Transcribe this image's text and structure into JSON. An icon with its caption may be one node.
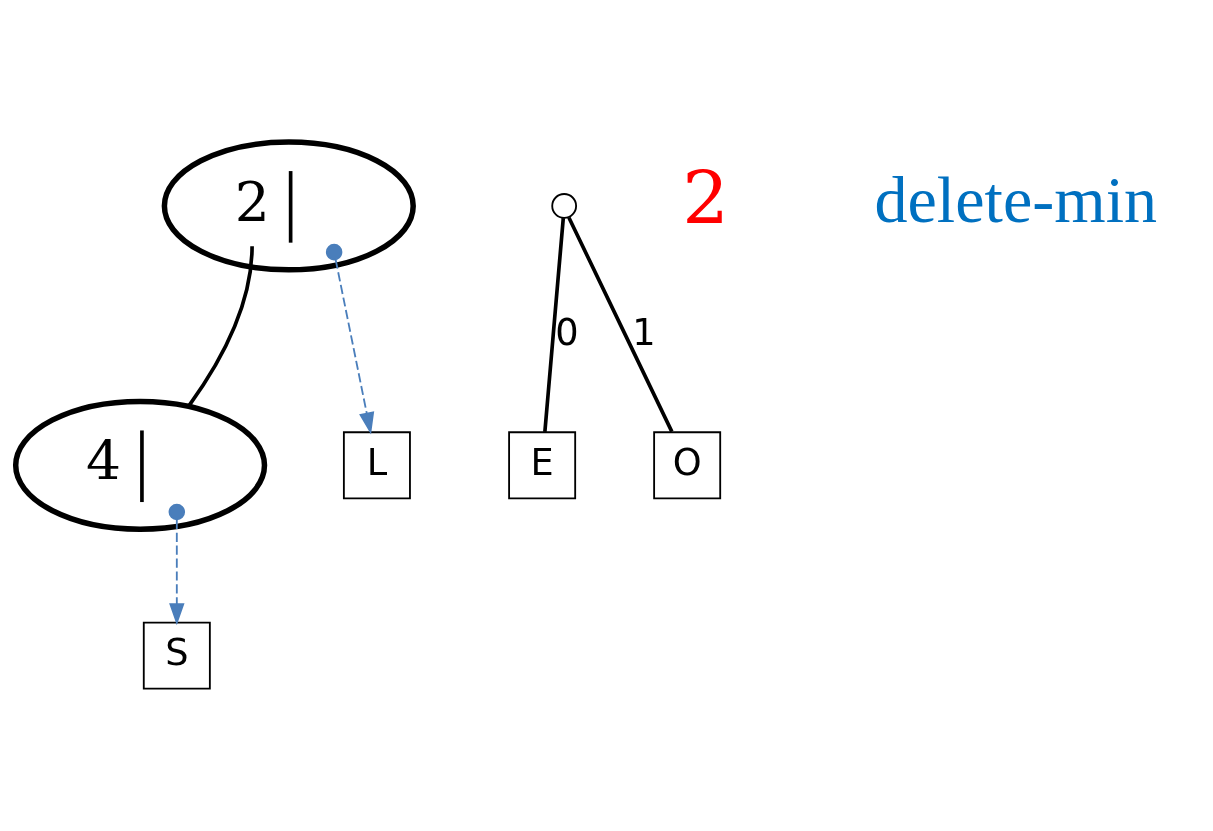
{
  "diagram": {
    "nodes": [
      {
        "text": [
          "2"
        ]
      },
      {
        "text": [
          "4"
        ]
      },
      {
        "text": [
          "S"
        ]
      },
      {
        "text": [
          "L"
        ]
      },
      {
        "text": [],
        "shape": "circle"
      },
      {
        "text": [
          "E"
        ]
      },
      {
        "text": [
          "O"
        ]
      }
    ],
    "edges": [
      {
        "from": 0,
        "to": 1,
        "arrow": "none"
      },
      {
        "from": 0,
        "to": 3,
        "arrow": "to",
        "style": "dashed",
        "color": "#4a7ebb"
      },
      {
        "from": 1,
        "to": 2,
        "arrow": "to",
        "style": "dashed",
        "color": "#4a7ebb"
      },
      {
        "from": 4,
        "to": 5,
        "label": "0",
        "arrow": "none"
      },
      {
        "from": 4,
        "to": 6,
        "label": "1",
        "arrow": "none"
      }
    ],
    "labels": [
      "2",
      "delete-min"
    ]
  }
}
